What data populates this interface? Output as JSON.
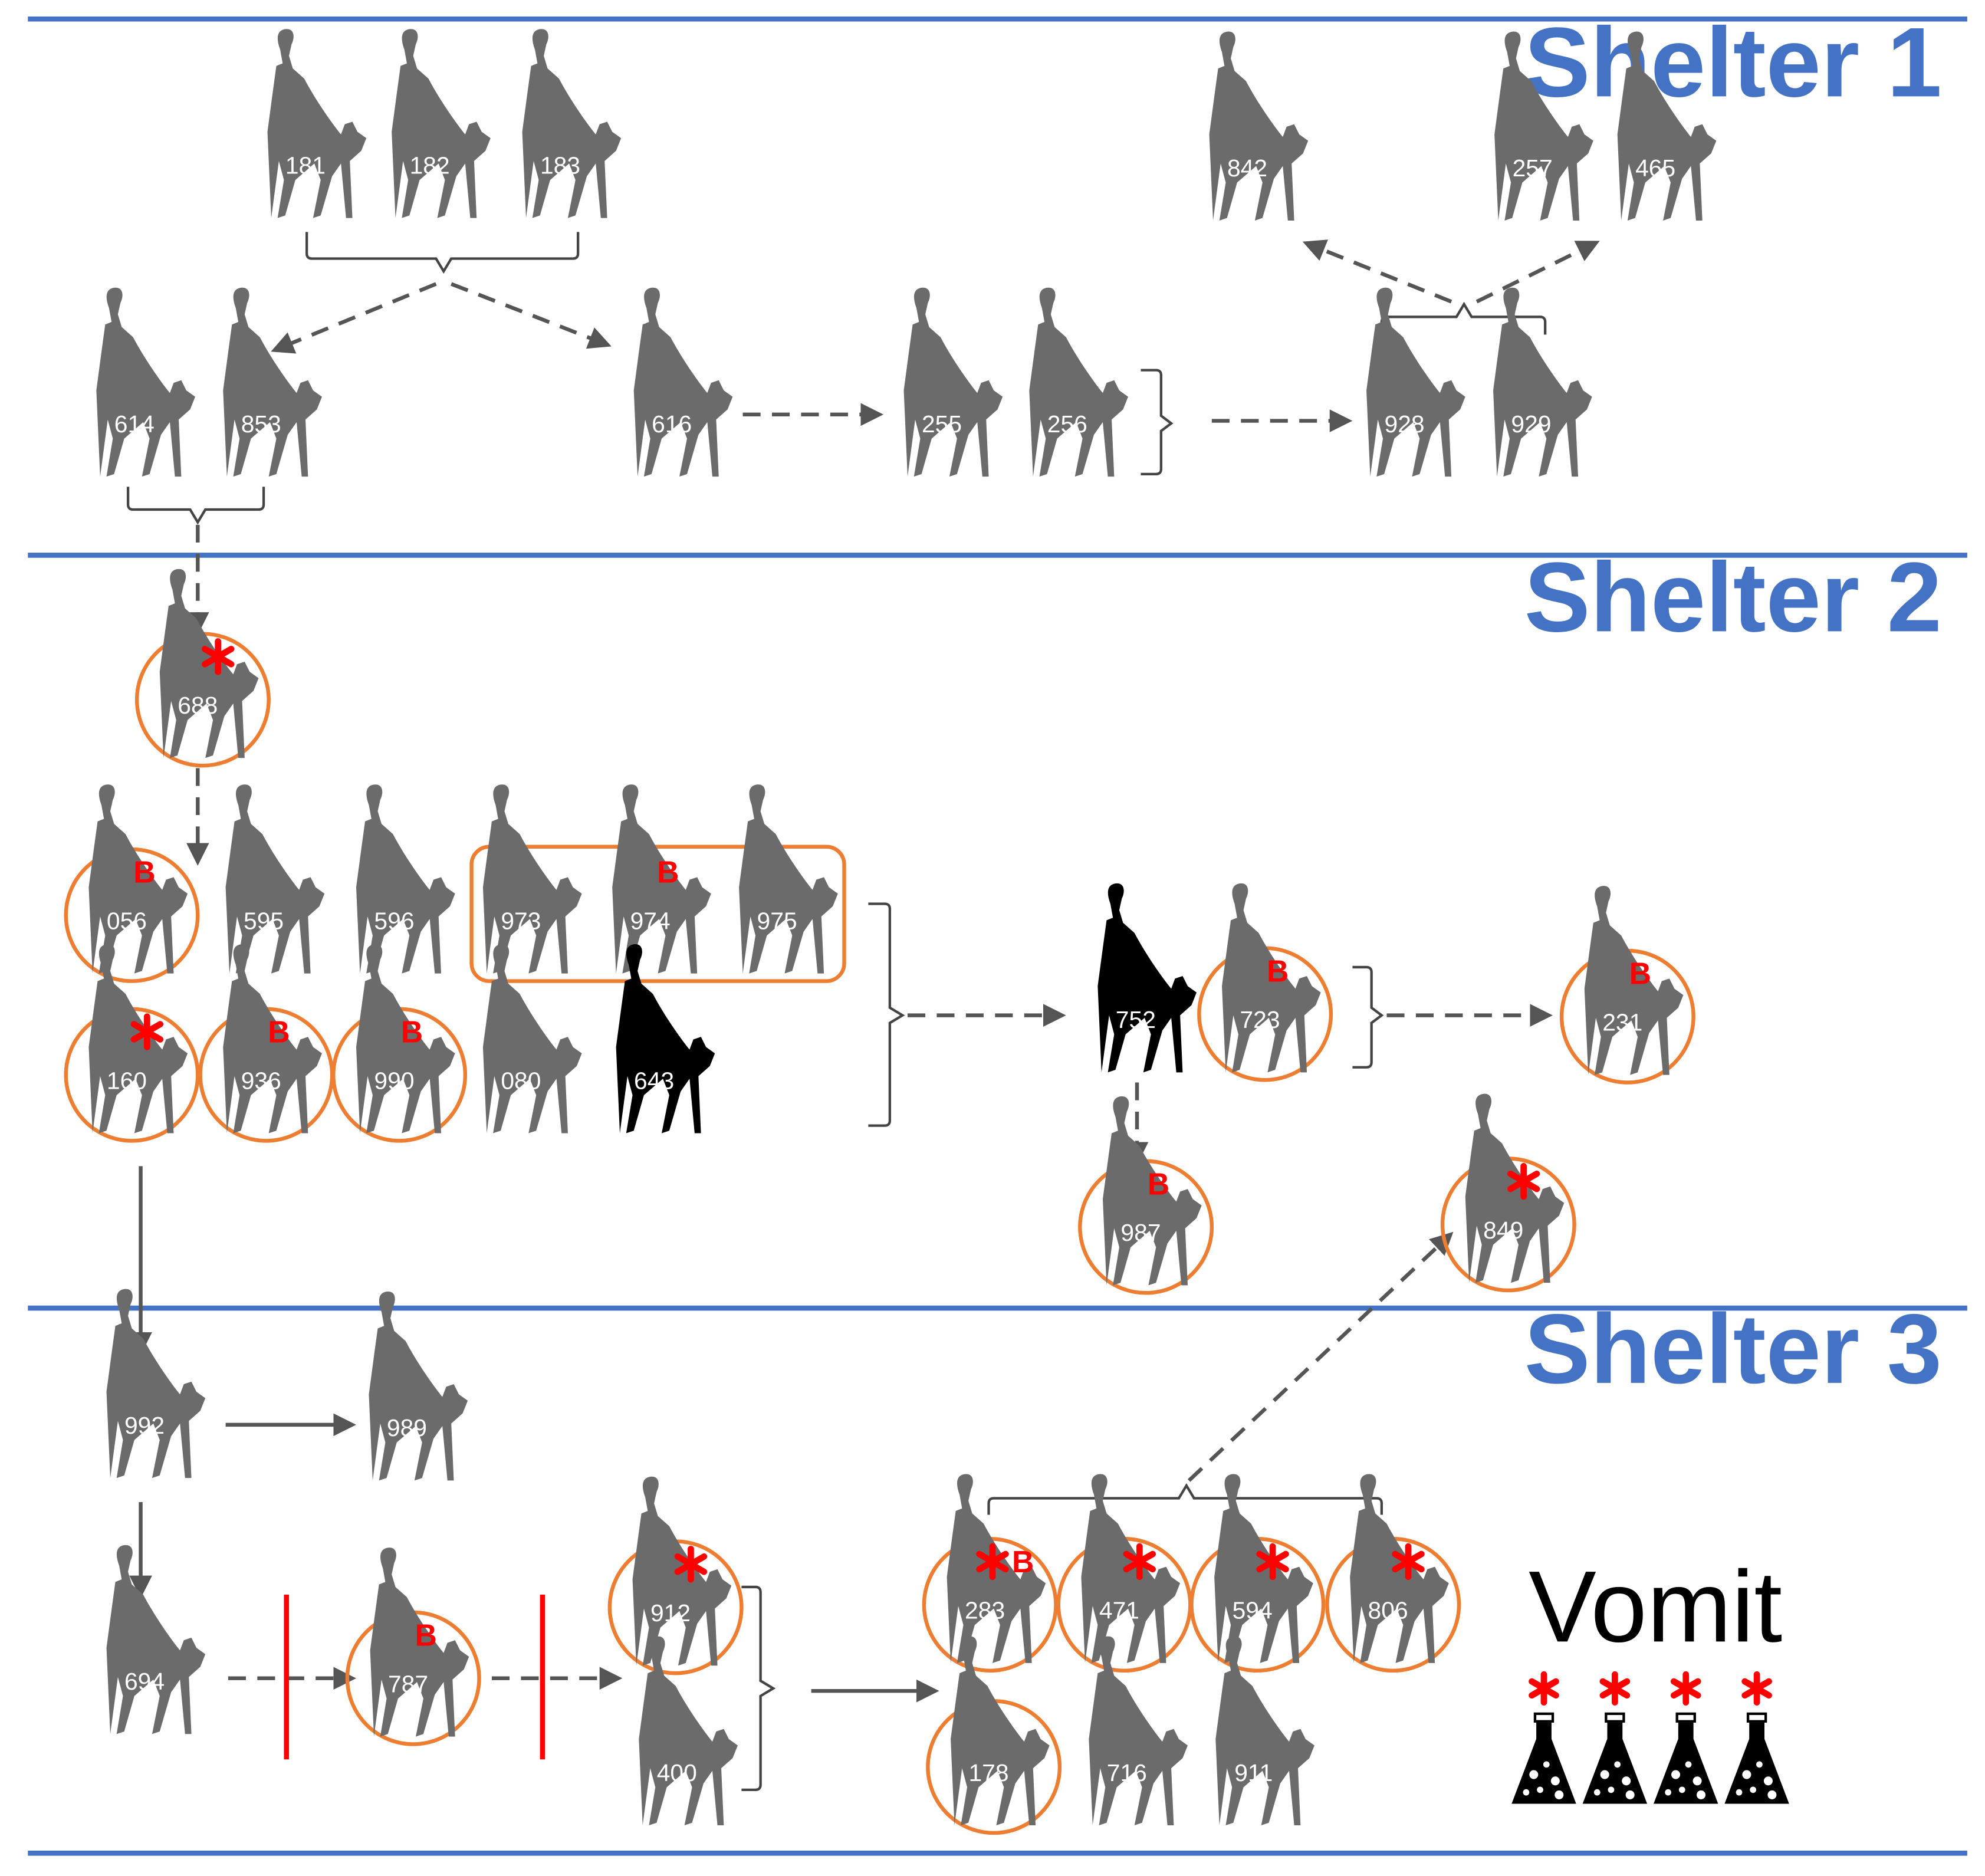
{
  "shelters": [
    {
      "id": "s1",
      "label": "Shelter 1"
    },
    {
      "id": "s2",
      "label": "Shelter 2"
    },
    {
      "id": "s3",
      "label": "Shelter 3"
    }
  ],
  "legend": {
    "label": "Vomit",
    "samples": 4
  },
  "colors": {
    "shelter_line": "#4472c4",
    "cat_gray": "#6b6b6b",
    "cat_black": "#000000",
    "highlight": "#ed7d31",
    "marker": "#ff0000",
    "arrow": "#555555"
  },
  "cats": [
    {
      "id": "181",
      "color": "gray"
    },
    {
      "id": "182",
      "color": "gray"
    },
    {
      "id": "183",
      "color": "gray"
    },
    {
      "id": "842",
      "color": "gray"
    },
    {
      "id": "257",
      "color": "gray"
    },
    {
      "id": "465",
      "color": "gray"
    },
    {
      "id": "614",
      "color": "gray"
    },
    {
      "id": "853",
      "color": "gray"
    },
    {
      "id": "616",
      "color": "gray"
    },
    {
      "id": "255",
      "color": "gray"
    },
    {
      "id": "256",
      "color": "gray"
    },
    {
      "id": "928",
      "color": "gray"
    },
    {
      "id": "929",
      "color": "gray"
    },
    {
      "id": "688",
      "color": "gray",
      "circled": true,
      "mark": "*"
    },
    {
      "id": "056",
      "color": "gray",
      "circled": true,
      "mark": "B"
    },
    {
      "id": "595",
      "color": "gray"
    },
    {
      "id": "596",
      "color": "gray"
    },
    {
      "id": "973",
      "color": "gray"
    },
    {
      "id": "974",
      "color": "gray",
      "mark": "B"
    },
    {
      "id": "975",
      "color": "gray"
    },
    {
      "id": "160",
      "color": "gray",
      "circled": true,
      "mark": "*"
    },
    {
      "id": "936",
      "color": "gray",
      "circled": true,
      "mark": "B"
    },
    {
      "id": "990",
      "color": "gray",
      "circled": true,
      "mark": "B"
    },
    {
      "id": "080",
      "color": "gray"
    },
    {
      "id": "643",
      "color": "black"
    },
    {
      "id": "752",
      "color": "black"
    },
    {
      "id": "723",
      "color": "gray",
      "circled": true,
      "mark": "B"
    },
    {
      "id": "231",
      "color": "gray",
      "circled": true,
      "mark": "B"
    },
    {
      "id": "987",
      "color": "gray",
      "circled": true,
      "mark": "B"
    },
    {
      "id": "849",
      "color": "gray",
      "circled": true,
      "mark": "*"
    },
    {
      "id": "992",
      "color": "gray"
    },
    {
      "id": "989",
      "color": "gray"
    },
    {
      "id": "694",
      "color": "gray"
    },
    {
      "id": "787",
      "color": "gray",
      "circled": true,
      "mark": "B"
    },
    {
      "id": "912",
      "color": "gray",
      "circled": true,
      "mark": "*"
    },
    {
      "id": "400",
      "color": "gray"
    },
    {
      "id": "283",
      "color": "gray",
      "circled": true,
      "mark": "*B"
    },
    {
      "id": "471",
      "color": "gray",
      "circled": true,
      "mark": "*"
    },
    {
      "id": "594",
      "color": "gray",
      "circled": true,
      "mark": "*"
    },
    {
      "id": "806",
      "color": "gray",
      "circled": true,
      "mark": "*"
    },
    {
      "id": "178",
      "color": "gray",
      "circled": true
    },
    {
      "id": "716",
      "color": "gray"
    },
    {
      "id": "911",
      "color": "gray"
    }
  ],
  "groups": [
    {
      "id": "g-974",
      "members": [
        "973",
        "974",
        "975"
      ]
    }
  ],
  "links": [
    {
      "from": [
        "181",
        "182",
        "183"
      ],
      "to": [
        "614",
        "853"
      ],
      "style": "dashed"
    },
    {
      "from": [
        "181",
        "182",
        "183"
      ],
      "to": [
        "616"
      ],
      "style": "dashed"
    },
    {
      "from": [
        "616"
      ],
      "to": [
        "255",
        "256"
      ],
      "style": "dashed"
    },
    {
      "from": [
        "255",
        "256"
      ],
      "to": [
        "928",
        "929"
      ],
      "style": "dashed"
    },
    {
      "from": [
        "928",
        "929"
      ],
      "to": [
        "842"
      ],
      "style": "dashed"
    },
    {
      "from": [
        "928",
        "929"
      ],
      "to": [
        "257",
        "465"
      ],
      "style": "dashed"
    },
    {
      "from": [
        "614",
        "853"
      ],
      "to": [
        "688"
      ],
      "style": "dashed"
    },
    {
      "from": [
        "688"
      ],
      "to": [
        "056"
      ],
      "style": "dashed"
    },
    {
      "from": [
        "056",
        "595",
        "596",
        "973",
        "974",
        "975",
        "160",
        "936",
        "990",
        "080",
        "643"
      ],
      "to": [
        "752"
      ],
      "style": "dashed"
    },
    {
      "from": [
        "752",
        "723"
      ],
      "to": [
        "231"
      ],
      "style": "dashed"
    },
    {
      "from": [
        "752"
      ],
      "to": [
        "987"
      ],
      "style": "dashed"
    },
    {
      "from": [
        "160"
      ],
      "to": [
        "992"
      ],
      "style": "solid"
    },
    {
      "from": [
        "992"
      ],
      "to": [
        "989"
      ],
      "style": "solid"
    },
    {
      "from": [
        "992"
      ],
      "to": [
        "694"
      ],
      "style": "solid"
    },
    {
      "from": [
        "694"
      ],
      "to": [
        "787"
      ],
      "style": "dashed",
      "blocked": true
    },
    {
      "from": [
        "787"
      ],
      "to": [
        "912"
      ],
      "style": "dashed",
      "blocked": true
    },
    {
      "from": [
        "912",
        "400"
      ],
      "to": [
        "283",
        "471",
        "594",
        "806",
        "178",
        "716",
        "911"
      ],
      "style": "solid"
    },
    {
      "from": [
        "283",
        "471",
        "594",
        "806"
      ],
      "to": [
        "849"
      ],
      "style": "dashed"
    }
  ]
}
